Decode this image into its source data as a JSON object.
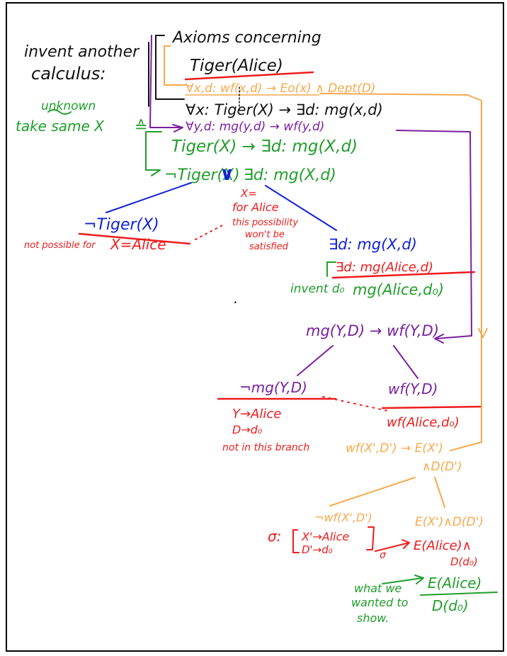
{
  "colors": {
    "black": "#111111",
    "purple": "#7a1fa0",
    "orange": "#f7a94b",
    "green": "#1f9e2a",
    "blue": "#1020d8",
    "red": "#ef1b1b"
  },
  "notes": {
    "invent_calculus_1": "invent another",
    "invent_calculus_2": "calculus:",
    "unknown": "unknown",
    "take_same_x": "take same X",
    "equiv": "≙"
  },
  "axioms": {
    "title": "Axioms concerning",
    "tiger_alice": "Tiger(Alice)",
    "orange_axiom": "∀x,d: wf(x,d) → Eo(x) ∧ Dept(D)",
    "black_axiom": "∀x: Tiger(X) → ∃d: mg(x,d)",
    "purple_axiom": "∀y,d: mg(y,d) → wf(y,d)"
  },
  "tree": {
    "impl": "Tiger(X) → ∃d: mg(X,d)",
    "disj_left": "¬Tiger(X)",
    "disj_or": "∨",
    "disj_right": "∃d: mg(X,d)",
    "x_eq": "X=",
    "for_alice": "for Alice",
    "this_poss_1": "this possibility",
    "this_poss_2": "won't be",
    "this_poss_3": "satisfied",
    "left_not": "¬Tiger(X)",
    "not_possible": "not possible for",
    "x_alice": "X=Alice",
    "exists_mg": "∃d: mg(X,d)",
    "exists_mg_alice": "∃d: mg(Alice,d)",
    "invent_d0": "invent d₀",
    "mg_alice_d0": "mg(Alice,d₀)",
    "purple_inst": "mg(Y,D) → wf(Y,D)",
    "not_mg": "¬mg(Y,D)",
    "y_alice": "Y→Alice",
    "d_d0": "D→d₀",
    "not_in_branch": "not in this branch",
    "wf_yd": "wf(Y,D)",
    "wf_alice_d0": "wf(Alice,d₀)",
    "orange_inst_1": "wf(X',D') → E(X')",
    "orange_inst_2": "∧D(D')",
    "not_wf": "¬wf(X',D')",
    "sigma": "σ:",
    "x_alice_sub": "X'→Alice",
    "d_d0_sub": "D'→d₀",
    "sigma_arrow": "σ",
    "e_and_d": "E(X')∧D(D')",
    "e_alice": "E(Alice)∧",
    "d_d0_term": "D(d₀)",
    "goal_e": "E(Alice)",
    "goal_d": "D(d₀)",
    "wanted_1": "what we",
    "wanted_2": "wanted to",
    "wanted_3": "show."
  }
}
